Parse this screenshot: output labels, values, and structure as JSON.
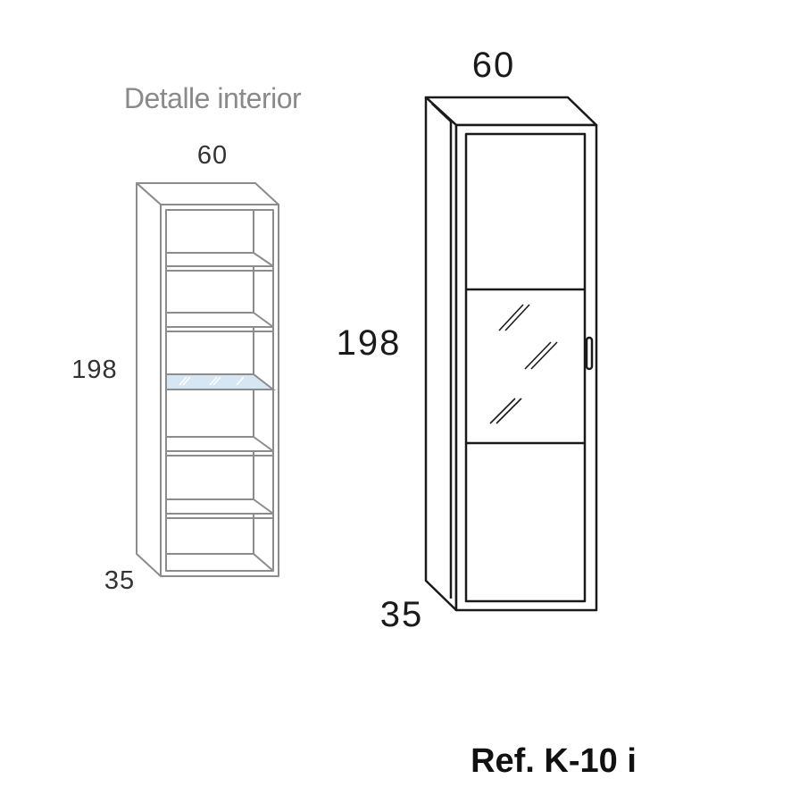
{
  "interior": {
    "title": "Detalle interior",
    "width_label": "60",
    "height_label": "198",
    "depth_label": "35"
  },
  "exterior": {
    "width_label": "60",
    "height_label": "198",
    "depth_label": "35"
  },
  "reference": "Ref. K-10 i",
  "colors": {
    "interior_line": "#8c8c8c",
    "exterior_line": "#1a1a1a",
    "glass_shelf": "#d6e6f3"
  }
}
